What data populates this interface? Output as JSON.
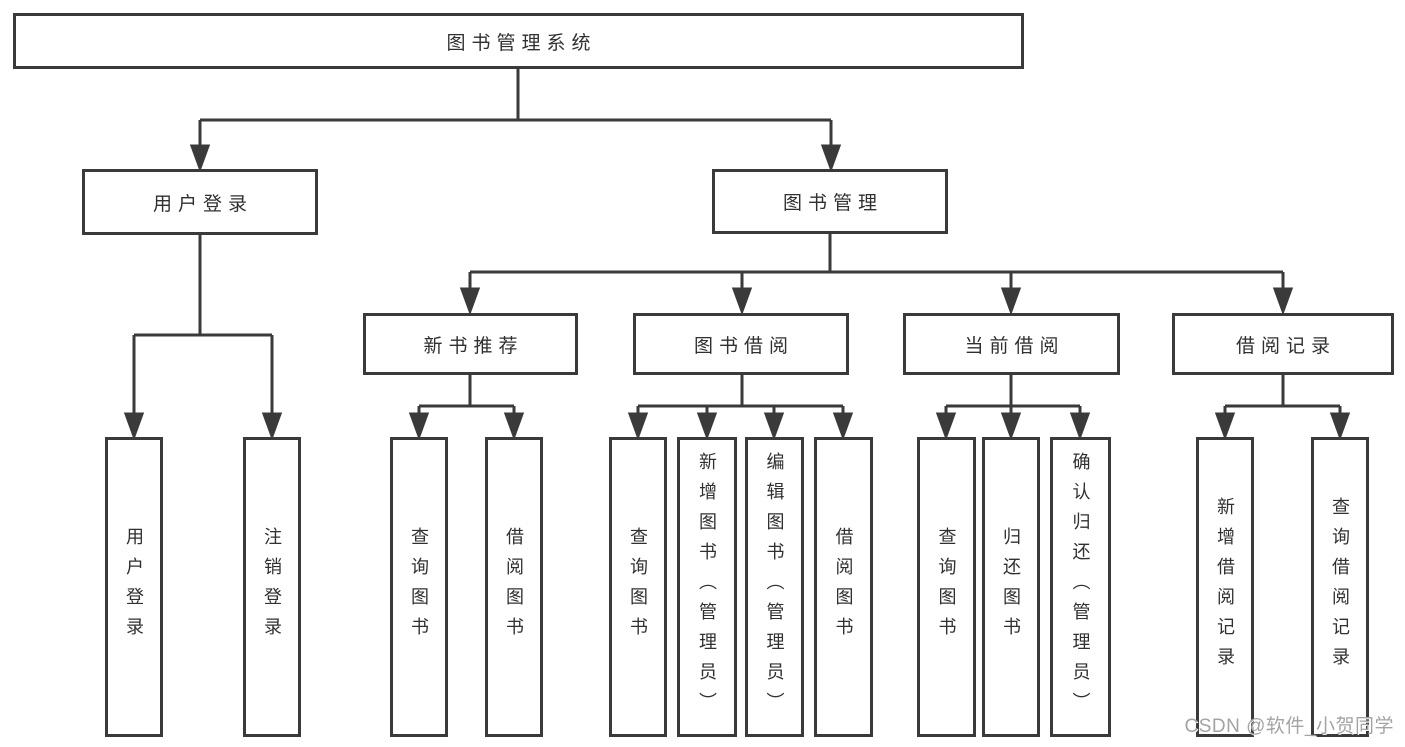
{
  "diagram": {
    "root": {
      "label": "图书管理系统"
    },
    "level2": [
      {
        "id": "user-login",
        "label": "用户登录"
      },
      {
        "id": "book-management",
        "label": "图书管理"
      }
    ],
    "level3": [
      {
        "id": "new-book-recommend",
        "label": "新书推荐",
        "parent": "图书管理"
      },
      {
        "id": "book-borrow",
        "label": "图书借阅",
        "parent": "图书管理"
      },
      {
        "id": "current-borrow",
        "label": "当前借阅",
        "parent": "图书管理"
      },
      {
        "id": "borrow-records",
        "label": "借阅记录",
        "parent": "图书管理"
      }
    ],
    "leaves": [
      {
        "id": "user-login-action",
        "label": "用户登录",
        "parent": "用户登录"
      },
      {
        "id": "logout-action",
        "label": "注销登录",
        "parent": "用户登录"
      },
      {
        "id": "query-books-recommend",
        "label": "查询图书",
        "parent": "新书推荐"
      },
      {
        "id": "borrow-books-recommend",
        "label": "借阅图书",
        "parent": "新书推荐"
      },
      {
        "id": "query-books-borrow",
        "label": "查询图书",
        "parent": "图书借阅"
      },
      {
        "id": "add-books-admin",
        "label": "新增图书（管理员）",
        "parent": "图书借阅"
      },
      {
        "id": "edit-books-admin",
        "label": "编辑图书（管理员）",
        "parent": "图书借阅"
      },
      {
        "id": "borrow-books-borrow",
        "label": "借阅图书",
        "parent": "图书借阅"
      },
      {
        "id": "query-books-current",
        "label": "查询图书",
        "parent": "当前借阅"
      },
      {
        "id": "return-books",
        "label": "归还图书",
        "parent": "当前借阅"
      },
      {
        "id": "confirm-return-admin",
        "label": "确认归还（管理员）",
        "parent": "当前借阅"
      },
      {
        "id": "add-borrow-record",
        "label": "新增借阅记录",
        "parent": "借阅记录"
      },
      {
        "id": "query-borrow-record",
        "label": "查询借阅记录",
        "parent": "借阅记录"
      }
    ],
    "watermark": "CSDN @软件_小贺同学",
    "colors": {
      "line": "#3a3a3a",
      "box_border": "#3a3a3a",
      "text": "#303030",
      "watermark": "#a4a4a4",
      "background": "#ffffff"
    }
  }
}
